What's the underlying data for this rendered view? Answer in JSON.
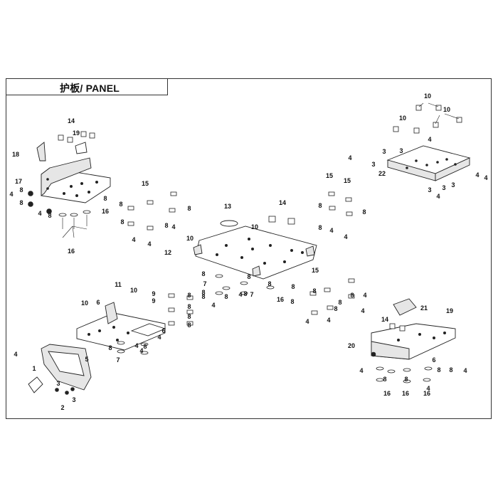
{
  "page": {
    "title": "护板/ PANEL"
  },
  "labels": [
    "14",
    "19",
    "18",
    "17",
    "4",
    "8",
    "8",
    "4",
    "8",
    "8",
    "16",
    "16",
    "15",
    "8",
    "8",
    "8",
    "8",
    "4",
    "4",
    "4",
    "13",
    "14",
    "10",
    "12",
    "10",
    "8",
    "8",
    "4",
    "7",
    "8",
    "8",
    "4",
    "8",
    "7",
    "8",
    "8",
    "16",
    "15",
    "15",
    "8",
    "8",
    "8",
    "4",
    "4",
    "10",
    "10",
    "10",
    "4",
    "3",
    "3",
    "4",
    "3",
    "22",
    "3",
    "3",
    "4",
    "4",
    "3",
    "4",
    "11",
    "10",
    "10",
    "6",
    "9",
    "9",
    "8",
    "8",
    "8",
    "8",
    "8",
    "6",
    "4",
    "8",
    "8",
    "4",
    "5",
    "7",
    "4",
    "4",
    "1",
    "3",
    "2",
    "3",
    "15",
    "8",
    "8",
    "8",
    "8",
    "8",
    "4",
    "4",
    "4",
    "4",
    "21",
    "19",
    "14",
    "20",
    "4",
    "8",
    "8",
    "8",
    "16",
    "16",
    "16",
    "6",
    "4",
    "8",
    "4"
  ]
}
